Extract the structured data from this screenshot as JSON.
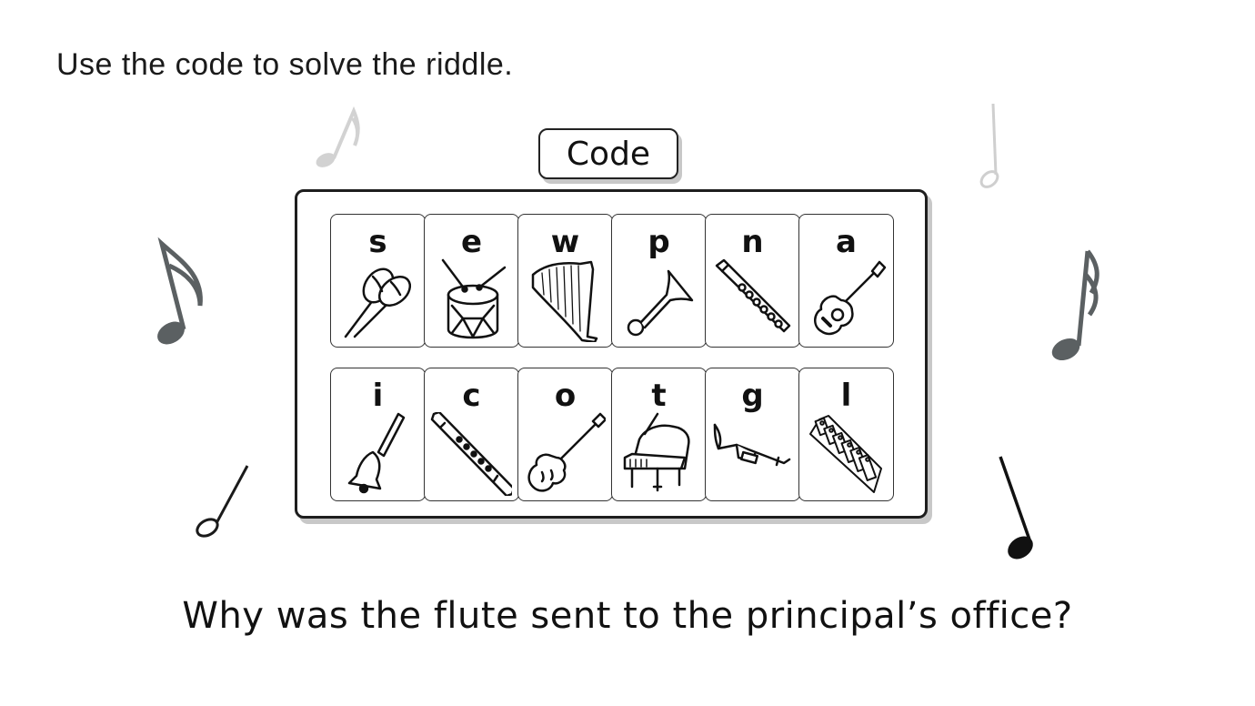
{
  "instruction": "Use the code to solve the riddle.",
  "code_label": "Code",
  "riddle": "Why was the flute sent to the principal’s office?",
  "code": [
    {
      "letter": "s",
      "instrument": "maracas-icon"
    },
    {
      "letter": "e",
      "instrument": "drum-icon"
    },
    {
      "letter": "w",
      "instrument": "harp-icon"
    },
    {
      "letter": "p",
      "instrument": "horn-icon"
    },
    {
      "letter": "n",
      "instrument": "piccolo-icon"
    },
    {
      "letter": "a",
      "instrument": "guitar-icon"
    },
    {
      "letter": "i",
      "instrument": "bell-icon"
    },
    {
      "letter": "c",
      "instrument": "clarinet-icon"
    },
    {
      "letter": "o",
      "instrument": "violin-icon"
    },
    {
      "letter": "t",
      "instrument": "piano-icon"
    },
    {
      "letter": "g",
      "instrument": "trumpet-icon"
    },
    {
      "letter": "l",
      "instrument": "xylophone-icon"
    }
  ]
}
